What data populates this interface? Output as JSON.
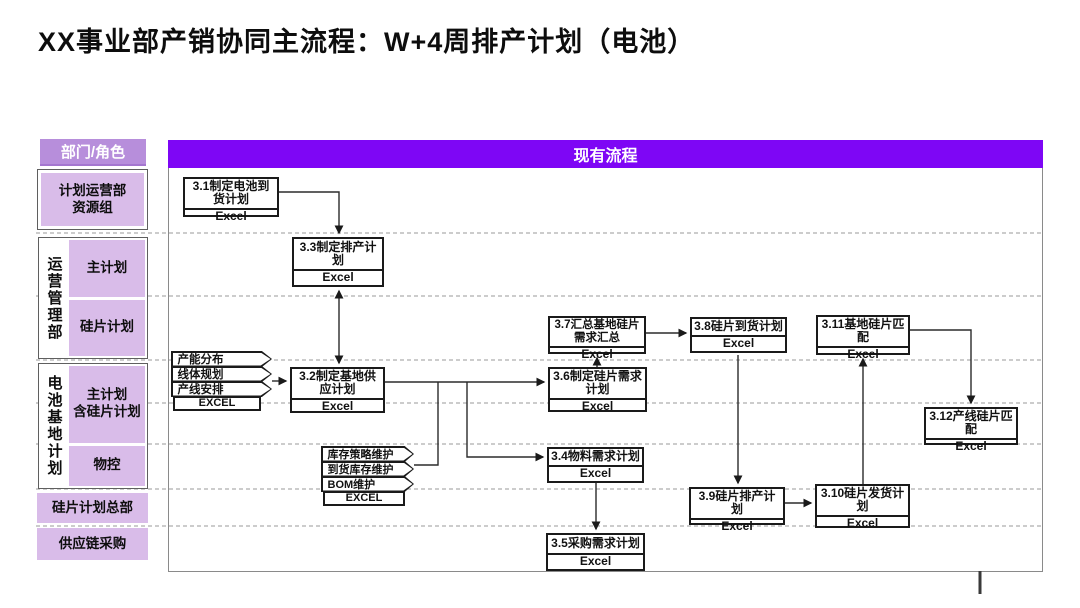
{
  "page": {
    "title": "XX事业部产销协同主流程：W+4周排产计划（电池）"
  },
  "colors": {
    "accent_purple": "#7e06f5",
    "header_purple": "#b78edb",
    "lavender": "#d9bce9",
    "box_border": "#1a1a1a",
    "frame_border": "#8a8a8a"
  },
  "main": {
    "header": "现有流程"
  },
  "sidebar": {
    "header": "部门/角色",
    "row_top": "计划运营部\n资源组",
    "groups": [
      {
        "vertical": "运营管理部",
        "items": [
          "主计划",
          "硅片计划"
        ]
      },
      {
        "vertical": "电池基地计划",
        "items": [
          "主计划\n含硅片计划",
          "物控"
        ]
      }
    ],
    "footer_rows": [
      "硅片计划总部",
      "供应链采购"
    ]
  },
  "flow": {
    "boxes": [
      {
        "title": "3.1制定电池到货计划",
        "tool": "Excel"
      },
      {
        "title": "3.3制定排产计划",
        "tool": "Excel"
      },
      {
        "title": "3.7汇总基地硅片需求汇总",
        "tool": "Excel"
      },
      {
        "title": "3.8硅片到货计划",
        "tool": "Excel"
      },
      {
        "title": "3.11基地硅片匹配",
        "tool": "Excel"
      },
      {
        "title": "3.2制定基地供应计划",
        "tool": "Excel"
      },
      {
        "title": "3.6制定硅片需求计划",
        "tool": "Excel"
      },
      {
        "title": "3.12产线硅片匹配",
        "tool": "Excel"
      },
      {
        "title": "3.4物料需求计划",
        "tool": "Excel"
      },
      {
        "title": "3.9硅片排产计划",
        "tool": "Excel"
      },
      {
        "title": "3.10硅片发货计划",
        "tool": "Excel"
      },
      {
        "title": "3.5采购需求计划",
        "tool": "Excel"
      }
    ],
    "stacks": [
      {
        "items": [
          "产能分布",
          "线体规划",
          "产线安排"
        ],
        "tool": "EXCEL"
      },
      {
        "items": [
          "库存策略维护",
          "到货库存维护",
          "BOM维护"
        ],
        "tool": "EXCEL"
      }
    ]
  }
}
